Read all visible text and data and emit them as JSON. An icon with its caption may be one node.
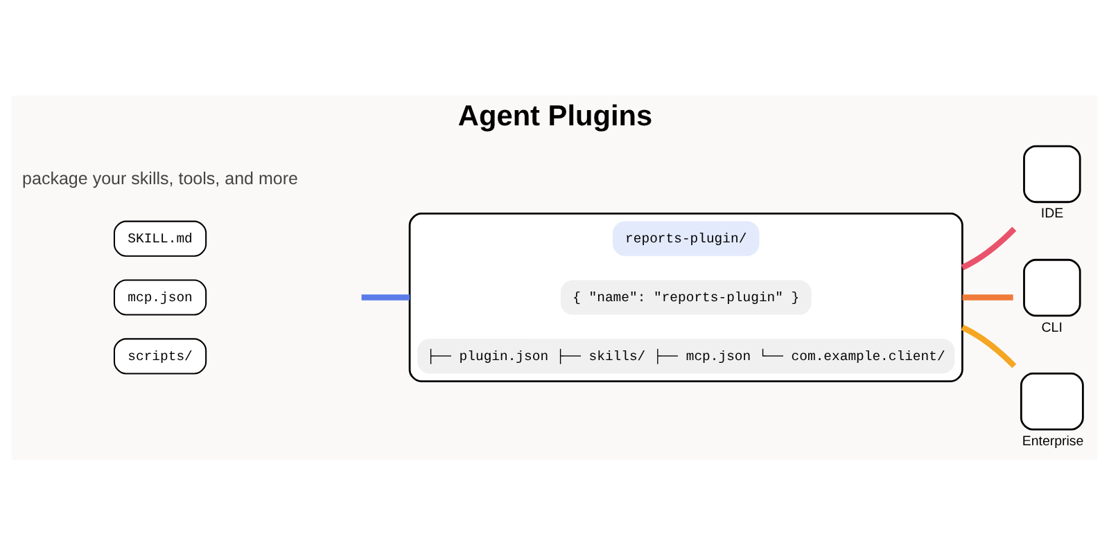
{
  "diagram": {
    "title": "Agent Plugins",
    "nodes": [
      {
        "text": [
          "SKILL.md"
        ]
      },
      {
        "text": [
          "mcp.json"
        ]
      },
      {
        "text": [
          "scripts/"
        ]
      },
      {
        "text": [],
        "shape": "box"
      },
      {
        "text": [
          "reports-plugin/"
        ],
        "in": 3
      },
      {
        "text": [
          "{ \"name\": \"reports-plugin\" }"
        ],
        "in": 3
      },
      {
        "text": [
          "├── plugin.json ├── skills/ ├── mcp.json └── com.example.client/"
        ],
        "in": 3
      },
      {
        "text": [],
        "shape": "box",
        "beside": [
          "IDE"
        ]
      },
      {
        "text": [],
        "shape": "box",
        "beside": [
          "CLI"
        ]
      },
      {
        "text": [],
        "shape": "box",
        "beside": [
          "Enterprise"
        ]
      }
    ],
    "edges": [
      {
        "from": null,
        "to": 3,
        "arrow": "none",
        "color": "#5b7be8"
      },
      {
        "from": 3,
        "to": 7,
        "arrow": "none",
        "color": "#e8536b"
      },
      {
        "from": 3,
        "to": 8,
        "arrow": "none",
        "color": "#f07a3a"
      },
      {
        "from": 3,
        "to": 9,
        "arrow": "none",
        "color": "#f5a623"
      }
    ],
    "labels": [
      "package your skills, tools, and more"
    ]
  }
}
